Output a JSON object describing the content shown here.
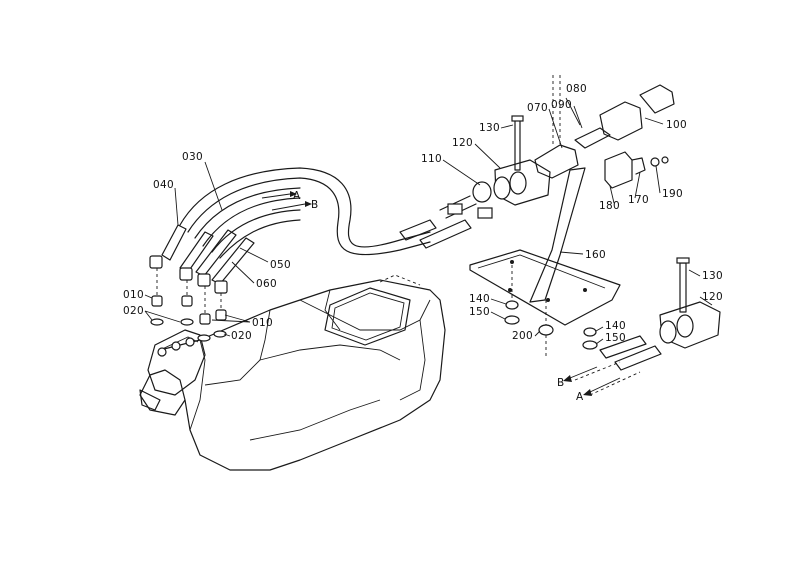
{
  "callouts": {
    "p010a": "010",
    "p010b": "010",
    "p020a": "020",
    "p020b": "020",
    "p030": "030",
    "p040": "040",
    "p050": "050",
    "p060": "060",
    "p070": "070",
    "p080": "080",
    "p090": "090",
    "p100": "100",
    "p110": "110",
    "p120a": "120",
    "p120b": "120",
    "p130a": "130",
    "p130b": "130",
    "p140a": "140",
    "p140b": "140",
    "p150a": "150",
    "p150b": "150",
    "p160": "160",
    "p170": "170",
    "p180": "180",
    "p190": "190",
    "p200": "200"
  },
  "port_labels": {
    "a1": "A",
    "b1": "B",
    "a2": "A",
    "b2": "B"
  }
}
